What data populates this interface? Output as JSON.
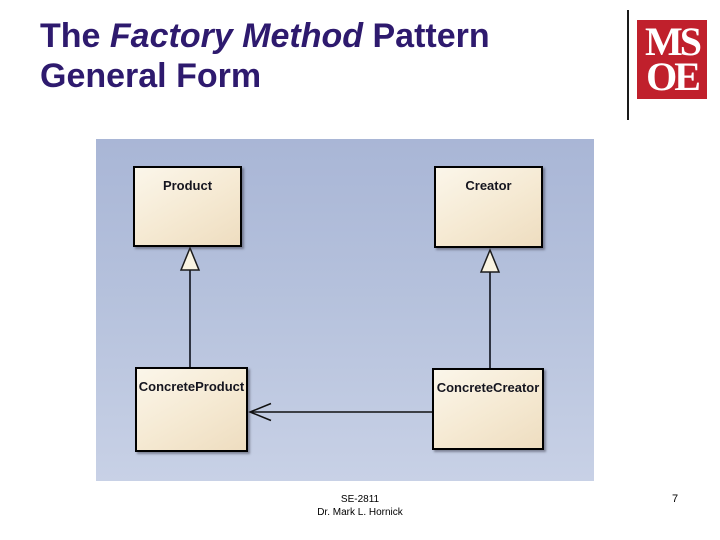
{
  "slide": {
    "title": {
      "prefix": "The ",
      "emphasis": "Factory Method",
      "suffix": " Pattern",
      "line2": "General Form"
    },
    "logo": {
      "line1": "MS",
      "line2": "OE"
    },
    "footer": {
      "course": "SE-2811",
      "author": "Dr. Mark L. Hornick",
      "page_number": "7"
    }
  },
  "diagram": {
    "classes": [
      {
        "id": "product",
        "name": "Product"
      },
      {
        "id": "creator",
        "name": "Creator"
      },
      {
        "id": "concrete-product",
        "name": "ConcreteProduct"
      },
      {
        "id": "concrete-creator",
        "name": "ConcreteCreator"
      }
    ],
    "relationships": [
      {
        "from": "ConcreteProduct",
        "to": "Product",
        "type": "generalization"
      },
      {
        "from": "ConcreteCreator",
        "to": "Creator",
        "type": "generalization"
      },
      {
        "from": "ConcreteCreator",
        "to": "ConcreteProduct",
        "type": "dependency"
      }
    ],
    "colors": {
      "title_text": "#2e1a6e",
      "logo_red": "#c0202c",
      "panel_top": "#a9b6d6",
      "panel_bottom": "#c8d1e6",
      "box_fill_light": "#fbf6ea",
      "box_fill_dark": "#eeddc0",
      "connector": "#2f3442"
    }
  }
}
